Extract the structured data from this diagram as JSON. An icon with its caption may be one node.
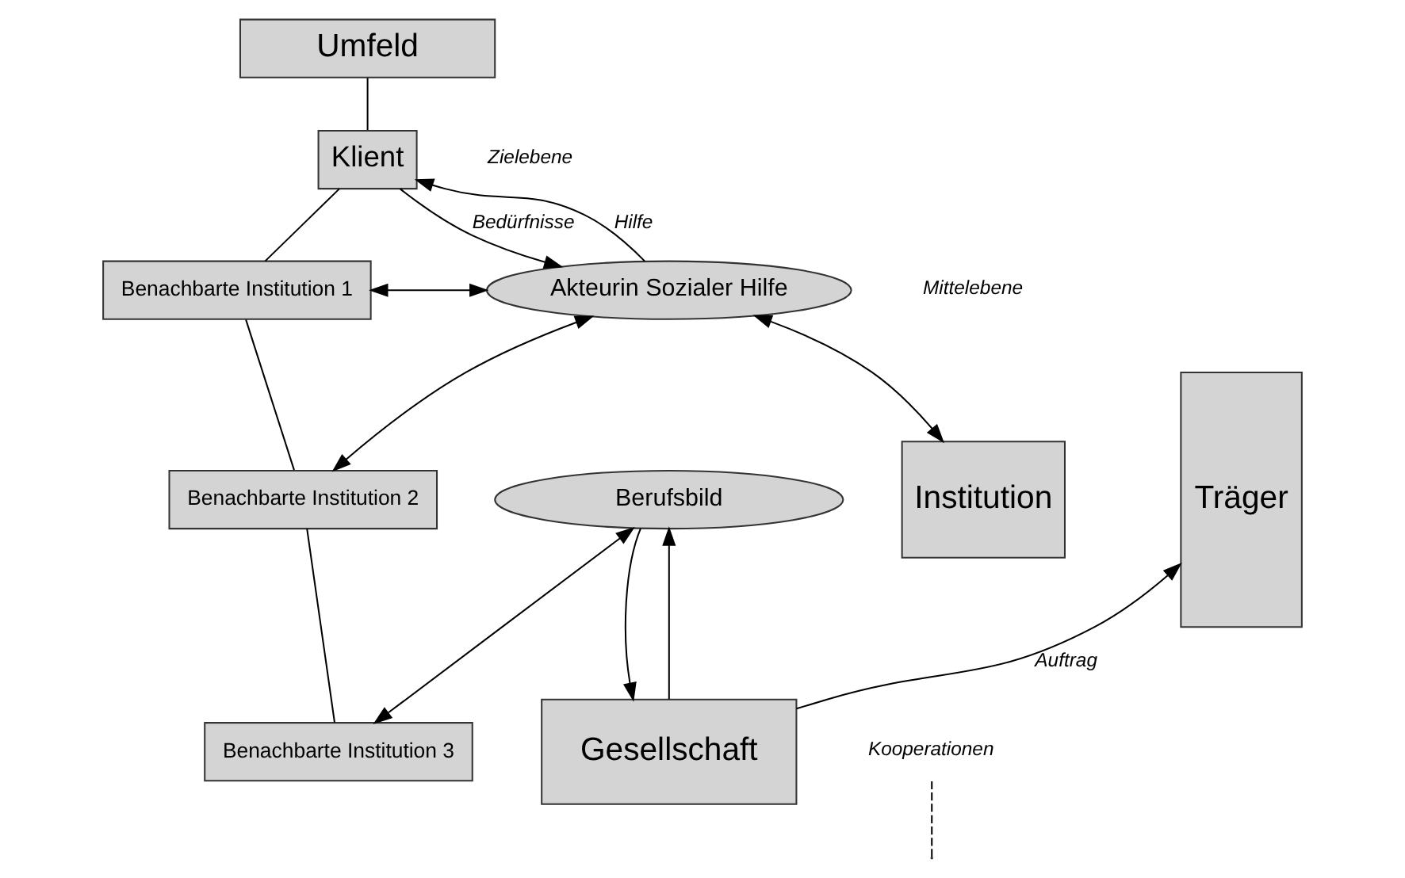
{
  "diagram": {
    "nodes": [
      {
        "text": [
          "Umfeld"
        ]
      },
      {
        "text": [
          "Klient"
        ]
      },
      {
        "text": [
          "Benachbarte Institution 1"
        ]
      },
      {
        "text": [
          "Benachbarte Institution 2"
        ]
      },
      {
        "text": [
          "Benachbarte Institution 3"
        ]
      },
      {
        "text": [
          "Akteurin Sozialer Hilfe"
        ]
      },
      {
        "text": [
          "Berufsbild"
        ]
      },
      {
        "text": [
          "Träger"
        ]
      },
      {
        "text": [
          "Institution"
        ]
      },
      {
        "text": [
          "Gesellschaft"
        ]
      },
      {
        "text": [
          "Kooperationen"
        ]
      }
    ],
    "edges": [
      {
        "from": 0,
        "to": 1,
        "arrow": "none"
      },
      {
        "from": 1,
        "to": 2,
        "arrow": "none"
      },
      {
        "from": 2,
        "to": 3,
        "arrow": "none"
      },
      {
        "from": 3,
        "to": 4,
        "arrow": "none"
      },
      {
        "from": 2,
        "to": 5,
        "arrow": "both"
      },
      {
        "from": 3,
        "to": 5,
        "arrow": "both"
      },
      {
        "from": 4,
        "to": 6,
        "arrow": "both"
      },
      {
        "from": 1,
        "to": 5,
        "arrow": "to",
        "label": "Bedürfnisse"
      },
      {
        "from": 5,
        "to": 1,
        "arrow": "to",
        "label": "Hilfe"
      },
      {
        "from": 5,
        "to": 8,
        "arrow": "both"
      },
      {
        "from": 9,
        "to": 6,
        "arrow": "to"
      },
      {
        "from": 6,
        "to": 9,
        "arrow": "to"
      },
      {
        "from": 9,
        "to": 7,
        "arrow": "to",
        "label": "Auftrag"
      },
      {
        "from": 10,
        "to": null,
        "arrow": "none",
        "style": "dashed"
      }
    ],
    "labels": [
      "Zielebene",
      "Mittelebene"
    ]
  }
}
